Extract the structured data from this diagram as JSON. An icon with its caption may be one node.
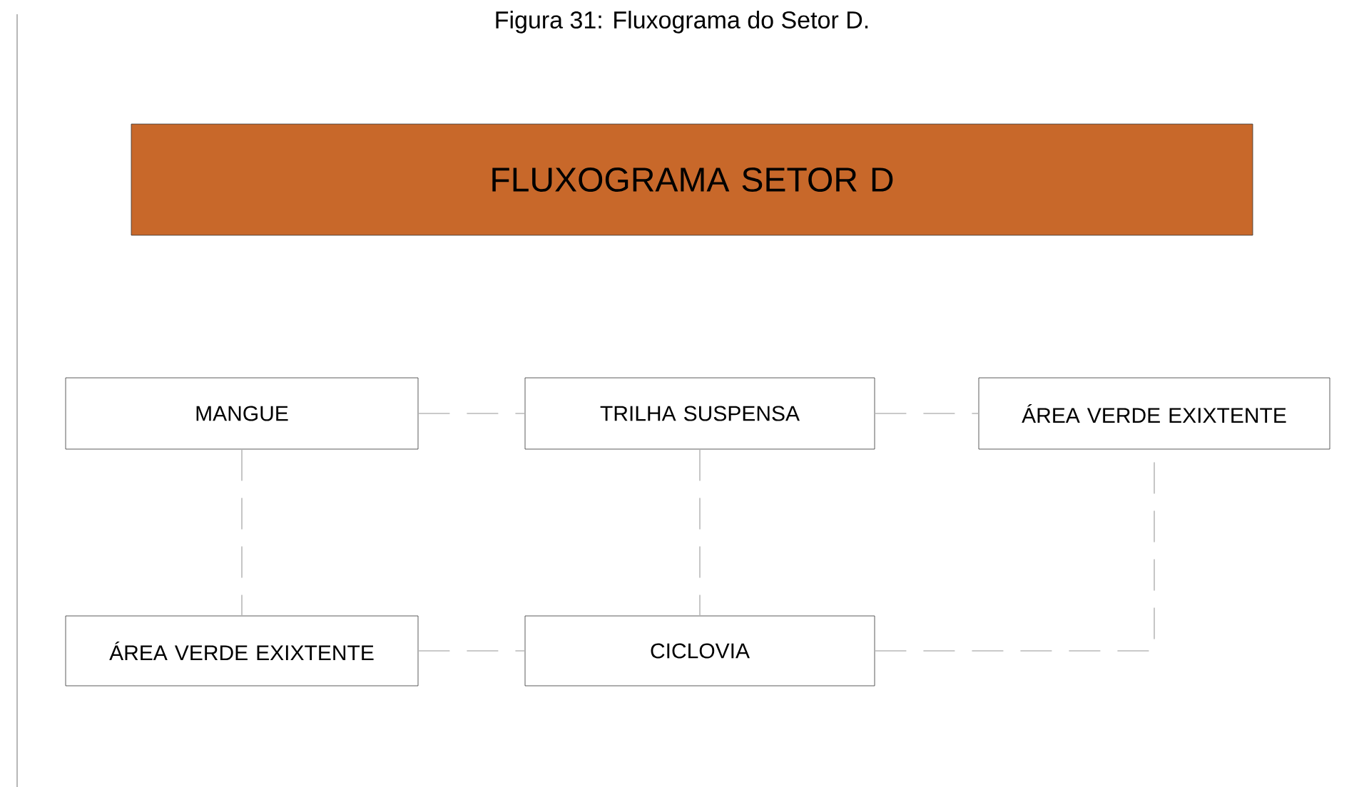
{
  "diagram": {
    "title": "Figura 31: Fluxograma do Setor D.",
    "nodes": [
      {
        "text": [
          "FLUXOGRAMA SETOR D"
        ]
      },
      {
        "text": [
          "MANGUE"
        ]
      },
      {
        "text": [
          "TRILHA SUSPENSA"
        ]
      },
      {
        "text": [
          "ÁREA VERDE EXIXTENTE"
        ]
      },
      {
        "text": [
          "ÁREA VERDE EXIXTENTE"
        ]
      },
      {
        "text": [
          "CICLOVIA"
        ]
      }
    ],
    "edges": [
      {
        "from": 1,
        "to": 2,
        "arrow": "none",
        "style": "dashed"
      },
      {
        "from": 2,
        "to": 3,
        "arrow": "none",
        "style": "dashed"
      },
      {
        "from": 1,
        "to": 4,
        "arrow": "none",
        "style": "dashed"
      },
      {
        "from": 2,
        "to": 5,
        "arrow": "none",
        "style": "dashed"
      },
      {
        "from": 4,
        "to": 5,
        "arrow": "none",
        "style": "dashed"
      },
      {
        "from": 5,
        "to": 3,
        "arrow": "none",
        "style": "dashed"
      }
    ]
  }
}
